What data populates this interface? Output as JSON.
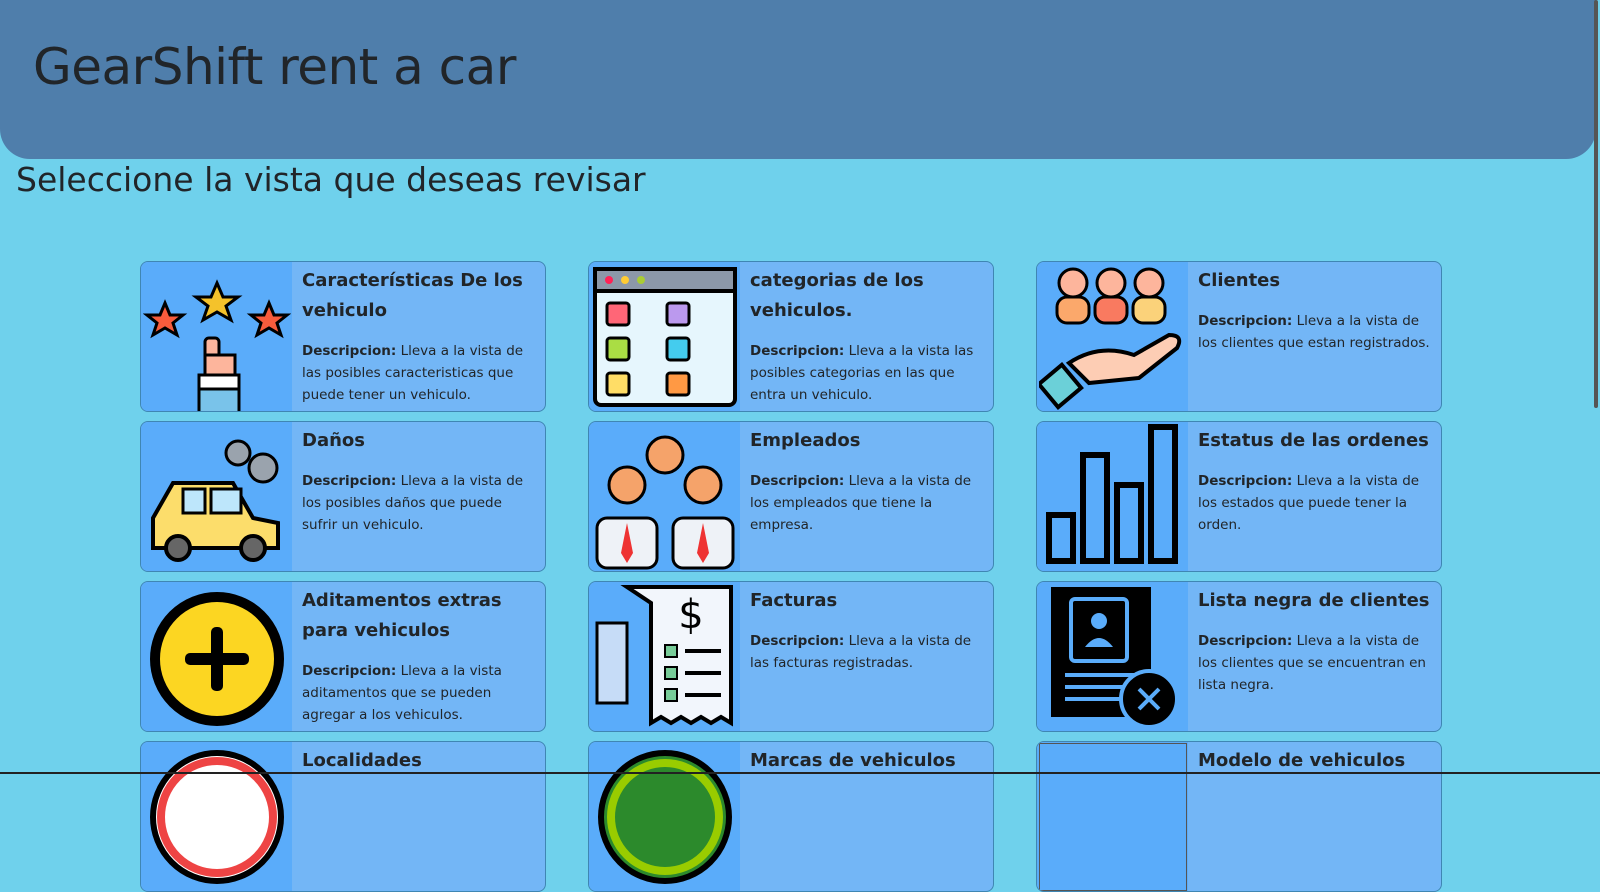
{
  "header": {
    "title": "GearShift rent a car"
  },
  "subtitle": "Seleccione la vista que deseas revisar",
  "desc_label": "Descripcion:",
  "cards": [
    {
      "title": "Características De los vehiculo",
      "desc": "Lleva a la vista de las posibles caracteristicas que puede tener un vehiculo.",
      "icon": "stars-thumb-icon"
    },
    {
      "title": "categorias de los vehiculos.",
      "desc": "Lleva a la vista las posibles categorias en las que entra un vehiculo.",
      "icon": "categories-window-icon"
    },
    {
      "title": "Clientes",
      "desc": "Lleva a la vista de los clientes que estan registrados.",
      "icon": "clients-hand-icon"
    },
    {
      "title": "Daños",
      "desc": "Lleva a la vista de los posibles daños que puede sufrir un vehiculo.",
      "icon": "damaged-car-icon"
    },
    {
      "title": "Empleados",
      "desc": "Lleva a la vista de los empleados que tiene la empresa.",
      "icon": "employees-icon"
    },
    {
      "title": "Estatus de las ordenes",
      "desc": "Lleva a la vista de los estados que puede tener la orden.",
      "icon": "bar-chart-icon"
    },
    {
      "title": "Aditamentos extras para vehiculos",
      "desc": "Lleva a la vista aditamentos que se pueden agregar a los vehiculos.",
      "icon": "plus-circle-icon"
    },
    {
      "title": "Facturas",
      "desc": "Lleva a la vista de las facturas registradas.",
      "icon": "invoice-icon"
    },
    {
      "title": "Lista negra de clientes",
      "desc": "Lleva a la vista de los clientes que se encuentran en lista negra.",
      "icon": "blacklist-icon"
    },
    {
      "title": "Localidades",
      "icon": "location-icon"
    },
    {
      "title": "Marcas de vehiculos",
      "icon": "brand-icon"
    },
    {
      "title": "Modelo de vehiculos",
      "icon": "model-icon"
    }
  ]
}
